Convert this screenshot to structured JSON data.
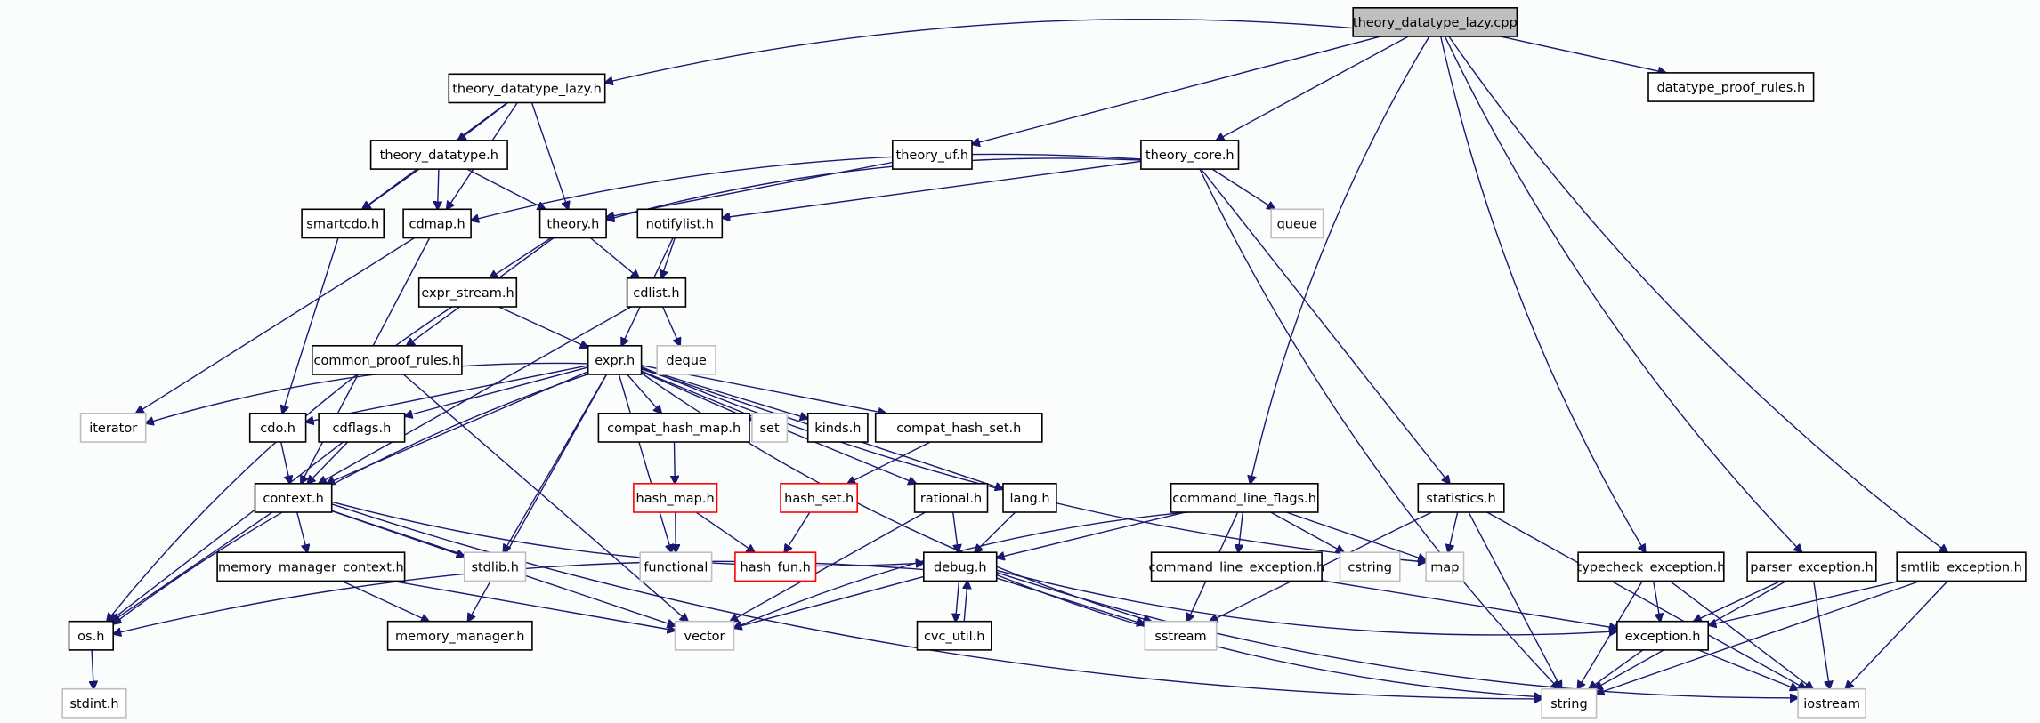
{
  "diagram": {
    "type": "include-dependency-graph",
    "root": "theory_datatype_lazy.cpp",
    "colors": {
      "root_fill": "#bfbfbf",
      "root_border": "#000000",
      "documented_border": "#000000",
      "external_border": "#bfbfbf",
      "truncated_border": "#ff0000",
      "edge": "#191970",
      "background": "#fbfdfc"
    },
    "nodes": [
      {
        "id": "theory_datatype_lazy_cpp",
        "label": "theory_datatype_lazy.cpp",
        "kind": "root"
      },
      {
        "id": "theory_datatype_lazy_h",
        "label": "theory_datatype_lazy.h",
        "kind": "documented"
      },
      {
        "id": "theory_datatype_h",
        "label": "theory_datatype.h",
        "kind": "documented"
      },
      {
        "id": "theory_uf_h",
        "label": "theory_uf.h",
        "kind": "documented"
      },
      {
        "id": "theory_core_h",
        "label": "theory_core.h",
        "kind": "documented"
      },
      {
        "id": "datatype_proof_rules_h",
        "label": "datatype_proof_rules.h",
        "kind": "documented"
      },
      {
        "id": "smartcdo_h",
        "label": "smartcdo.h",
        "kind": "documented"
      },
      {
        "id": "cdmap_h",
        "label": "cdmap.h",
        "kind": "documented"
      },
      {
        "id": "theory_h",
        "label": "theory.h",
        "kind": "documented"
      },
      {
        "id": "notifylist_h",
        "label": "notifylist.h",
        "kind": "documented"
      },
      {
        "id": "queue",
        "label": "queue",
        "kind": "external"
      },
      {
        "id": "expr_stream_h",
        "label": "expr_stream.h",
        "kind": "documented"
      },
      {
        "id": "cdlist_h",
        "label": "cdlist.h",
        "kind": "documented"
      },
      {
        "id": "common_proof_rules_h",
        "label": "common_proof_rules.h",
        "kind": "documented"
      },
      {
        "id": "expr_h",
        "label": "expr.h",
        "kind": "documented"
      },
      {
        "id": "deque",
        "label": "deque",
        "kind": "external"
      },
      {
        "id": "iterator",
        "label": "iterator",
        "kind": "external"
      },
      {
        "id": "cdo_h",
        "label": "cdo.h",
        "kind": "documented"
      },
      {
        "id": "cdflags_h",
        "label": "cdflags.h",
        "kind": "documented"
      },
      {
        "id": "compat_hash_map_h",
        "label": "compat_hash_map.h",
        "kind": "documented"
      },
      {
        "id": "set",
        "label": "set",
        "kind": "external"
      },
      {
        "id": "kinds_h",
        "label": "kinds.h",
        "kind": "documented"
      },
      {
        "id": "compat_hash_set_h",
        "label": "compat_hash_set.h",
        "kind": "documented"
      },
      {
        "id": "context_h",
        "label": "context.h",
        "kind": "documented"
      },
      {
        "id": "hash_map_h",
        "label": "hash_map.h",
        "kind": "truncated"
      },
      {
        "id": "hash_set_h",
        "label": "hash_set.h",
        "kind": "truncated"
      },
      {
        "id": "rational_h",
        "label": "rational.h",
        "kind": "documented"
      },
      {
        "id": "lang_h",
        "label": "lang.h",
        "kind": "documented"
      },
      {
        "id": "command_line_flags_h",
        "label": "command_line_flags.h",
        "kind": "documented"
      },
      {
        "id": "statistics_h",
        "label": "statistics.h",
        "kind": "documented"
      },
      {
        "id": "memory_manager_context_h",
        "label": "memory_manager_context.h",
        "kind": "documented"
      },
      {
        "id": "stdlib_h",
        "label": "stdlib.h",
        "kind": "external"
      },
      {
        "id": "functional",
        "label": "functional",
        "kind": "external"
      },
      {
        "id": "hash_fun_h",
        "label": "hash_fun.h",
        "kind": "truncated"
      },
      {
        "id": "debug_h",
        "label": "debug.h",
        "kind": "documented"
      },
      {
        "id": "command_line_exception_h",
        "label": "command_line_exception.h",
        "kind": "documented"
      },
      {
        "id": "cstring",
        "label": "cstring",
        "kind": "external"
      },
      {
        "id": "map",
        "label": "map",
        "kind": "external"
      },
      {
        "id": "typecheck_exception_h",
        "label": "typecheck_exception.h",
        "kind": "documented"
      },
      {
        "id": "parser_exception_h",
        "label": "parser_exception.h",
        "kind": "documented"
      },
      {
        "id": "smtlib_exception_h",
        "label": "smtlib_exception.h",
        "kind": "documented"
      },
      {
        "id": "os_h",
        "label": "os.h",
        "kind": "documented"
      },
      {
        "id": "memory_manager_h",
        "label": "memory_manager.h",
        "kind": "documented"
      },
      {
        "id": "vector",
        "label": "vector",
        "kind": "external"
      },
      {
        "id": "cvc_util_h",
        "label": "cvc_util.h",
        "kind": "documented"
      },
      {
        "id": "sstream",
        "label": "sstream",
        "kind": "external"
      },
      {
        "id": "exception_h",
        "label": "exception.h",
        "kind": "documented"
      },
      {
        "id": "stdint_h",
        "label": "stdint.h",
        "kind": "external"
      },
      {
        "id": "string",
        "label": "string",
        "kind": "external"
      },
      {
        "id": "iostream",
        "label": "iostream",
        "kind": "external"
      }
    ],
    "edges": [
      [
        "theory_datatype_lazy_cpp",
        "theory_datatype_lazy_h"
      ],
      [
        "theory_datatype_lazy_cpp",
        "theory_uf_h"
      ],
      [
        "theory_datatype_lazy_cpp",
        "theory_core_h"
      ],
      [
        "theory_datatype_lazy_cpp",
        "command_line_flags_h"
      ],
      [
        "theory_datatype_lazy_cpp",
        "typecheck_exception_h"
      ],
      [
        "theory_datatype_lazy_cpp",
        "parser_exception_h"
      ],
      [
        "theory_datatype_lazy_cpp",
        "smtlib_exception_h"
      ],
      [
        "theory_datatype_lazy_cpp",
        "datatype_proof_rules_h"
      ],
      [
        "theory_datatype_lazy_h",
        "theory_datatype_h"
      ],
      [
        "theory_datatype_lazy_h",
        "smartcdo_h"
      ],
      [
        "theory_datatype_lazy_h",
        "cdmap_h"
      ],
      [
        "theory_datatype_lazy_h",
        "theory_h"
      ],
      [
        "theory_datatype_h",
        "smartcdo_h"
      ],
      [
        "theory_datatype_h",
        "cdmap_h"
      ],
      [
        "theory_datatype_h",
        "theory_h"
      ],
      [
        "theory_uf_h",
        "theory_h"
      ],
      [
        "theory_core_h",
        "cdmap_h"
      ],
      [
        "theory_core_h",
        "theory_h"
      ],
      [
        "theory_core_h",
        "notifylist_h"
      ],
      [
        "theory_core_h",
        "queue"
      ],
      [
        "theory_core_h",
        "statistics_h"
      ],
      [
        "theory_core_h",
        "string"
      ],
      [
        "smartcdo_h",
        "cdo_h"
      ],
      [
        "cdmap_h",
        "iterator"
      ],
      [
        "cdmap_h",
        "context_h"
      ],
      [
        "theory_h",
        "expr_stream_h"
      ],
      [
        "theory_h",
        "cdlist_h"
      ],
      [
        "theory_h",
        "common_proof_rules_h"
      ],
      [
        "notifylist_h",
        "cdlist_h"
      ],
      [
        "notifylist_h",
        "expr_h"
      ],
      [
        "expr_stream_h",
        "expr_h"
      ],
      [
        "expr_stream_h",
        "os_h"
      ],
      [
        "cdlist_h",
        "deque"
      ],
      [
        "cdlist_h",
        "context_h"
      ],
      [
        "common_proof_rules_h",
        "vector"
      ],
      [
        "expr_h",
        "iterator"
      ],
      [
        "expr_h",
        "cdo_h"
      ],
      [
        "expr_h",
        "cdflags_h"
      ],
      [
        "expr_h",
        "compat_hash_map_h"
      ],
      [
        "expr_h",
        "set"
      ],
      [
        "expr_h",
        "kinds_h"
      ],
      [
        "expr_h",
        "compat_hash_set_h"
      ],
      [
        "expr_h",
        "rational_h"
      ],
      [
        "expr_h",
        "lang_h"
      ],
      [
        "expr_h",
        "stdlib_h"
      ],
      [
        "expr_h",
        "functional"
      ],
      [
        "expr_h",
        "memory_manager_h"
      ],
      [
        "expr_h",
        "map"
      ],
      [
        "expr_h",
        "sstream"
      ],
      [
        "expr_h",
        "os_h"
      ],
      [
        "expr_h",
        "context_h"
      ],
      [
        "cdo_h",
        "context_h"
      ],
      [
        "cdflags_h",
        "context_h"
      ],
      [
        "cdflags_h",
        "os_h"
      ],
      [
        "compat_hash_map_h",
        "hash_map_h"
      ],
      [
        "compat_hash_set_h",
        "hash_set_h"
      ],
      [
        "hash_map_h",
        "functional"
      ],
      [
        "hash_map_h",
        "hash_fun_h"
      ],
      [
        "hash_set_h",
        "hash_fun_h"
      ],
      [
        "rational_h",
        "debug_h"
      ],
      [
        "rational_h",
        "vector"
      ],
      [
        "lang_h",
        "debug_h"
      ],
      [
        "context_h",
        "memory_manager_context_h"
      ],
      [
        "context_h",
        "stdlib_h"
      ],
      [
        "context_h",
        "vector"
      ],
      [
        "context_h",
        "os_h"
      ],
      [
        "context_h",
        "debug_h"
      ],
      [
        "context_h",
        "string"
      ],
      [
        "memory_manager_context_h",
        "memory_manager_h"
      ],
      [
        "memory_manager_context_h",
        "vector"
      ],
      [
        "command_line_flags_h",
        "command_line_exception_h"
      ],
      [
        "command_line_flags_h",
        "cstring"
      ],
      [
        "command_line_flags_h",
        "map"
      ],
      [
        "command_line_flags_h",
        "debug_h"
      ],
      [
        "command_line_flags_h",
        "sstream"
      ],
      [
        "command_line_flags_h",
        "vector"
      ],
      [
        "statistics_h",
        "map"
      ],
      [
        "statistics_h",
        "sstream"
      ],
      [
        "statistics_h",
        "string"
      ],
      [
        "statistics_h",
        "iostream"
      ],
      [
        "debug_h",
        "cvc_util_h"
      ],
      [
        "cvc_util_h",
        "debug_h"
      ],
      [
        "debug_h",
        "vector"
      ],
      [
        "debug_h",
        "os_h"
      ],
      [
        "debug_h",
        "sstream"
      ],
      [
        "debug_h",
        "exception_h"
      ],
      [
        "debug_h",
        "string"
      ],
      [
        "debug_h",
        "iostream"
      ],
      [
        "command_line_exception_h",
        "exception_h"
      ],
      [
        "typecheck_exception_h",
        "exception_h"
      ],
      [
        "typecheck_exception_h",
        "string"
      ],
      [
        "typecheck_exception_h",
        "iostream"
      ],
      [
        "parser_exception_h",
        "exception_h"
      ],
      [
        "parser_exception_h",
        "string"
      ],
      [
        "parser_exception_h",
        "iostream"
      ],
      [
        "smtlib_exception_h",
        "exception_h"
      ],
      [
        "smtlib_exception_h",
        "string"
      ],
      [
        "smtlib_exception_h",
        "iostream"
      ],
      [
        "exception_h",
        "string"
      ],
      [
        "exception_h",
        "iostream"
      ],
      [
        "os_h",
        "stdint_h"
      ]
    ]
  }
}
